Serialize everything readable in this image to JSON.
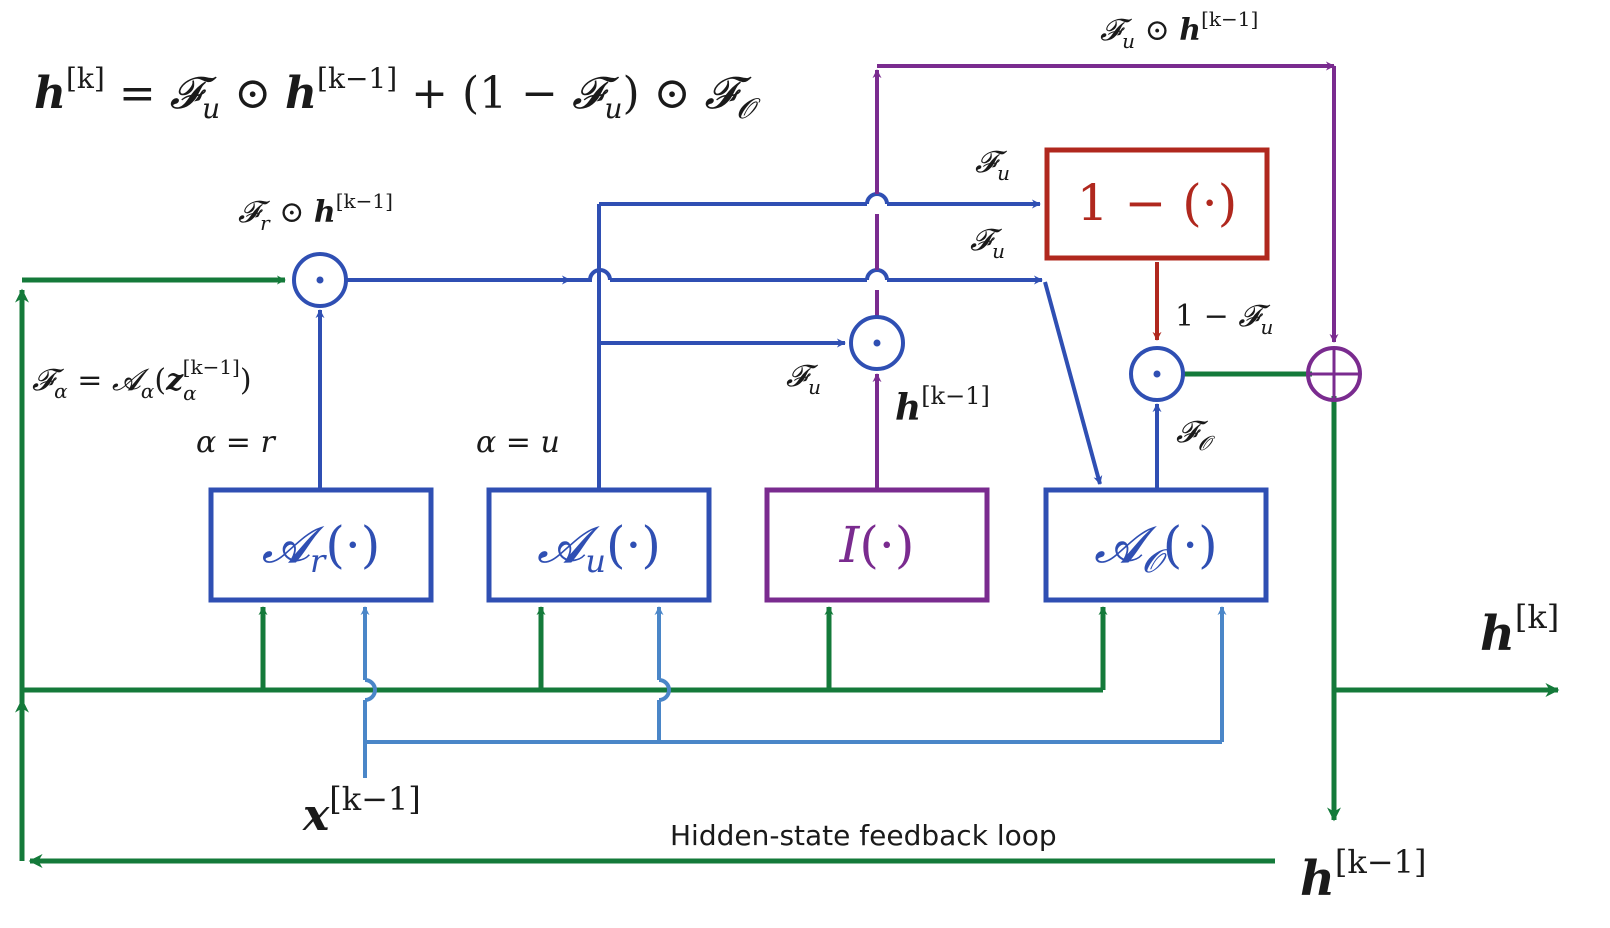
{
  "colors": {
    "green": "#147a3a",
    "blue": "#2f4fb3",
    "light_blue": "#4a86c8",
    "purple": "#7a2b8f",
    "red": "#b0281e",
    "text": "#1a1a1a"
  },
  "equation": {
    "h": "h",
    "h_sup": "[k]",
    "rest1": " = ",
    "F": "𝓕",
    "u": "u",
    "odot": " ⊙ ",
    "hk1": "h",
    "hk1_sup": "[k−1]",
    "plus": " + (1 − ",
    "close": ") ⊙ ",
    "O": "𝓞"
  },
  "labels": {
    "fr_odot_h": {
      "F": "𝓕",
      "sub": "r",
      "mid": " ⊙ ",
      "h": "h",
      "sup": "[k−1]"
    },
    "fu_odot_h_top": {
      "F": "𝓕",
      "sub": "u",
      "mid": " ⊙ ",
      "h": "h",
      "sup": "[k−1]"
    },
    "f_alpha": {
      "F": "𝓕",
      "sub": "α",
      "eq": " = ",
      "A": "𝓐",
      "asub": "α",
      "open": "(",
      "z": "z",
      "zsub": "α",
      "zsup": "[k−1]",
      "close": ")"
    },
    "alpha_r": "α = r",
    "alpha_u": "α = u",
    "fu_1": {
      "F": "𝓕",
      "sub": "u"
    },
    "fu_2": {
      "F": "𝓕",
      "sub": "u"
    },
    "fu_3": {
      "F": "𝓕",
      "sub": "u"
    },
    "one_minus_fu": {
      "pre": "1 − ",
      "F": "𝓕",
      "sub": "u"
    },
    "f_o": {
      "F": "𝓕",
      "sub": "𝓞"
    },
    "h_k1_mid": {
      "h": "h",
      "sup": "[k−1]"
    },
    "x_k1": {
      "x": "x",
      "sup": "[k−1]"
    },
    "h_k_out": {
      "h": "h",
      "sup": "[k]"
    },
    "h_k1_out": {
      "h": "h",
      "sup": "[k−1]"
    },
    "feedback": "Hidden-state feedback loop"
  },
  "boxes": {
    "ar": {
      "A": "𝓐",
      "sub": "r",
      "arg": "(·)"
    },
    "au": {
      "A": "𝓐",
      "sub": "u",
      "arg": "(·)"
    },
    "i": {
      "A": "I",
      "arg": "(·)"
    },
    "ao": {
      "A": "𝓐",
      "sub": "𝓞",
      "arg": "(·)"
    },
    "one_minus": "1 − (·)"
  },
  "operators": {
    "odot": "⊙",
    "oplus": "⊕"
  }
}
